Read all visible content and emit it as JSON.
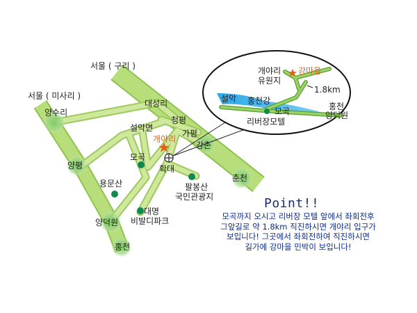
{
  "places": {
    "seoul_guri": "서울 ( 구리 )",
    "seoul_misari": "서울 ( 미사리 )",
    "yangsuri": "양수리",
    "daeseongri": "대성리",
    "cheongpyeong": "청평",
    "gapyeong": "가평",
    "gangchon": "강촌",
    "chuncheon": "춘천",
    "seorak": "설악면",
    "gaeyari": "개야리",
    "mogok": "모곡",
    "hwakdae": "확대",
    "yangpyeong": "양평",
    "yongmunsan": "용문산",
    "palbongsan_1": "팔봉산",
    "palbongsan_2": "국민관광지",
    "yangdeokwon": "양덕원",
    "daemyeong_1": "대명",
    "daemyeong_2": "비발디파크",
    "hongcheon": "홍천"
  },
  "detail": {
    "gaeyari_resort_1": "개야리",
    "gaeyari_resort_2": "유원지",
    "gangmaeul": "강마을",
    "distance": "1.8km",
    "seorak": "설악",
    "river": "홍천강",
    "mogok": "모곡",
    "riverside_motel": "리버장모텔",
    "hongcheon": "홍천",
    "yangdeokwon": "양덕원"
  },
  "point": {
    "title": "Point!!",
    "lines": [
      "모곡까지 오시고 리버장 모텔 앞에서 좌회전후",
      "그앞길로 약 1.8km 직진하시면 개야리 입구가",
      "보입니다! 그곳에서 좌회전하여 직진하시면",
      "길가에 강마을 민박이 보입니다!"
    ]
  },
  "colors": {
    "road": "#c2e08a",
    "road_edge": "#8ec24e",
    "highway": "#a9d56a",
    "town_glow": "#8fd07a",
    "poi_dot": "#0f8a4e",
    "river": "#48b4e4",
    "star": "#e0601a",
    "text_blue": "#0b2a8a"
  },
  "icons": [
    "star-icon",
    "crosshair-icon",
    "poi-dot-icon"
  ]
}
